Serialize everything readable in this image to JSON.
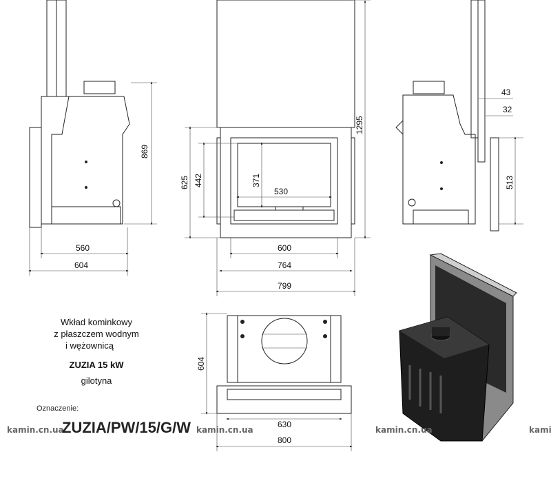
{
  "description_block": {
    "line1": "Wkład kominkowy",
    "line2": "z płaszczem wodnym",
    "line3": "i wężownicą",
    "model": "ZUZIA 15 kW",
    "variant": "gilotyna",
    "designation_label": "Oznaczenie:",
    "designation": "ZUZIA/PW/15/G/W"
  },
  "dimensions": {
    "side_height": "869",
    "side_depth": "560",
    "side_depth_total": "604",
    "front_total_height": "1295",
    "front_frame_height": "625",
    "front_door_height": "442",
    "glass_height": "371",
    "glass_width": "530",
    "door_width": "600",
    "frame_width": "764",
    "total_width": "799",
    "offset_43": "43",
    "offset_32": "32",
    "right_height": "513",
    "top_depth": "604",
    "top_inner_width": "630",
    "top_width": "800"
  },
  "watermark": "kamin.cn.ua"
}
